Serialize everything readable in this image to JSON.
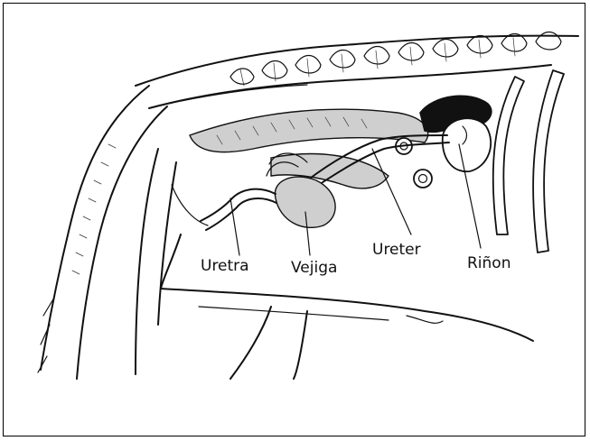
{
  "labels": {
    "urethra": "Uretra",
    "bladder": "Vejiga",
    "ureter": "Ureter",
    "kidney": "Riñon"
  }
}
